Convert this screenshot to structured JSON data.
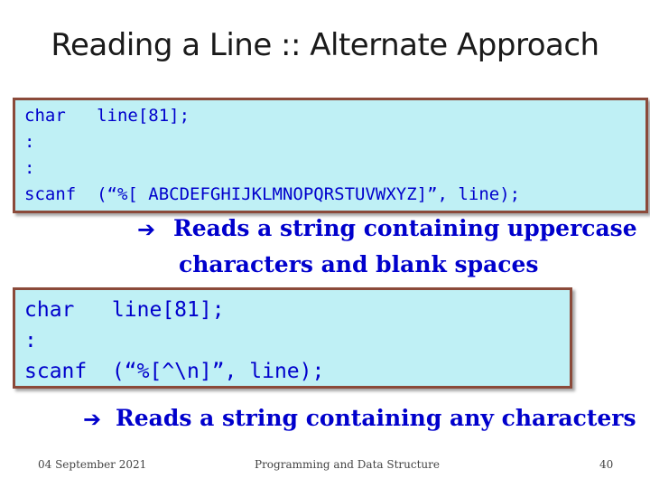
{
  "slide": {
    "title": "Reading a Line :: Alternate Approach"
  },
  "code_block_1": {
    "lines": [
      "char   line[81];",
      ":",
      ":",
      "scanf  (“%[ ABCDEFGHIJKLMNOPQRSTUVWXYZ]”, line);"
    ]
  },
  "note_1": {
    "arrow_icon": "right-arrow-icon",
    "line1": "Reads a string containing uppercase",
    "line2": "characters and blank spaces"
  },
  "code_block_2": {
    "lines": [
      "char   line[81];",
      ":",
      "scanf  (“%[^\\n]”, line);"
    ]
  },
  "note_2": {
    "arrow_icon": "right-arrow-icon",
    "text": "Reads a string containing any characters"
  },
  "footer": {
    "date": "04 September 2021",
    "course": "Programming and Data Structure",
    "page_number": "40"
  },
  "colors": {
    "code_text": "#0000cc",
    "box_fill": "#bff0f5",
    "box_border": "#8b4a3a"
  }
}
